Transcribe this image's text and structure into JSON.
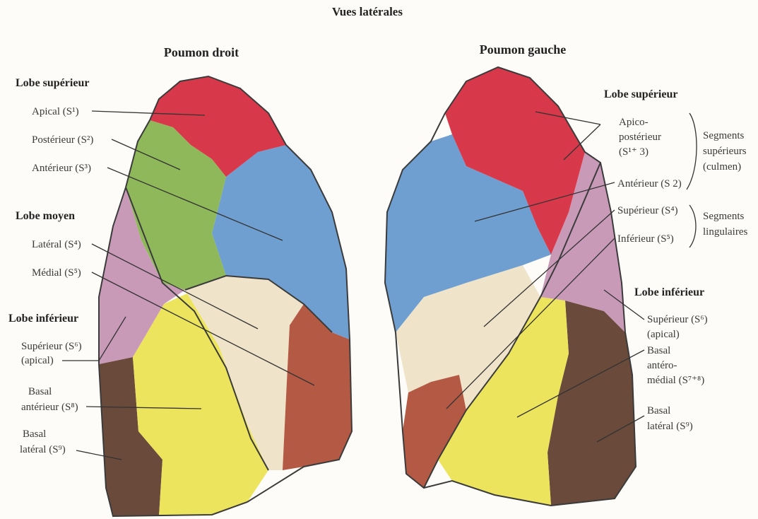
{
  "header": {
    "title": "Vues latérales"
  },
  "right_lung": {
    "title": "Poumon droit",
    "lobe_superior": "Lobe supérieur",
    "apical": "Apical (S¹)",
    "posterior": "Postérieur (S²)",
    "anterior": "Antérieur (S³)",
    "lobe_middle": "Lobe moyen",
    "lateral": "Latéral (S⁴)",
    "medial": "Médial (S⁵)",
    "lobe_inferior": "Lobe inférieur",
    "superior_apical_1": "Supérieur (S⁶)",
    "superior_apical_2": "(apical)",
    "basal_anterior_1": "Basal",
    "basal_anterior_2": "antérieur (S⁸)",
    "basal_lateral_1": "Basal",
    "basal_lateral_2": "latéral (S⁹)"
  },
  "left_lung": {
    "title": "Poumon gauche",
    "lobe_superior": "Lobe supérieur",
    "apico_1": "Apico-",
    "apico_2": "postérieur",
    "apico_3": "(S¹⁺ 3)",
    "anterior": "Antérieur (S 2)",
    "superior": "Supérieur (S⁴)",
    "inferior": "Inférieur (S⁵)",
    "segments_sup_1": "Segments",
    "segments_sup_2": "supérieurs",
    "segments_sup_3": "(culmen)",
    "segments_ling_1": "Segments",
    "segments_ling_2": "lingulaires",
    "lobe_inferior": "Lobe inférieur",
    "superior_apical_1": "Supérieur (S⁶)",
    "superior_apical_2": "(apical)",
    "basal_am_1": "Basal",
    "basal_am_2": "antéro-",
    "basal_am_3": "médial (S⁷⁺⁸)",
    "basal_lateral_1": "Basal",
    "basal_lateral_2": "latéral (S⁹)"
  },
  "colors": {
    "red": "#d8394a",
    "green": "#8fb85a",
    "blue": "#6f9fd0",
    "pink": "#c99ab8",
    "cream": "#efe3c9",
    "brown_red": "#b45a44",
    "yellow": "#ece45c",
    "dark_brown": "#6a4a3a"
  }
}
